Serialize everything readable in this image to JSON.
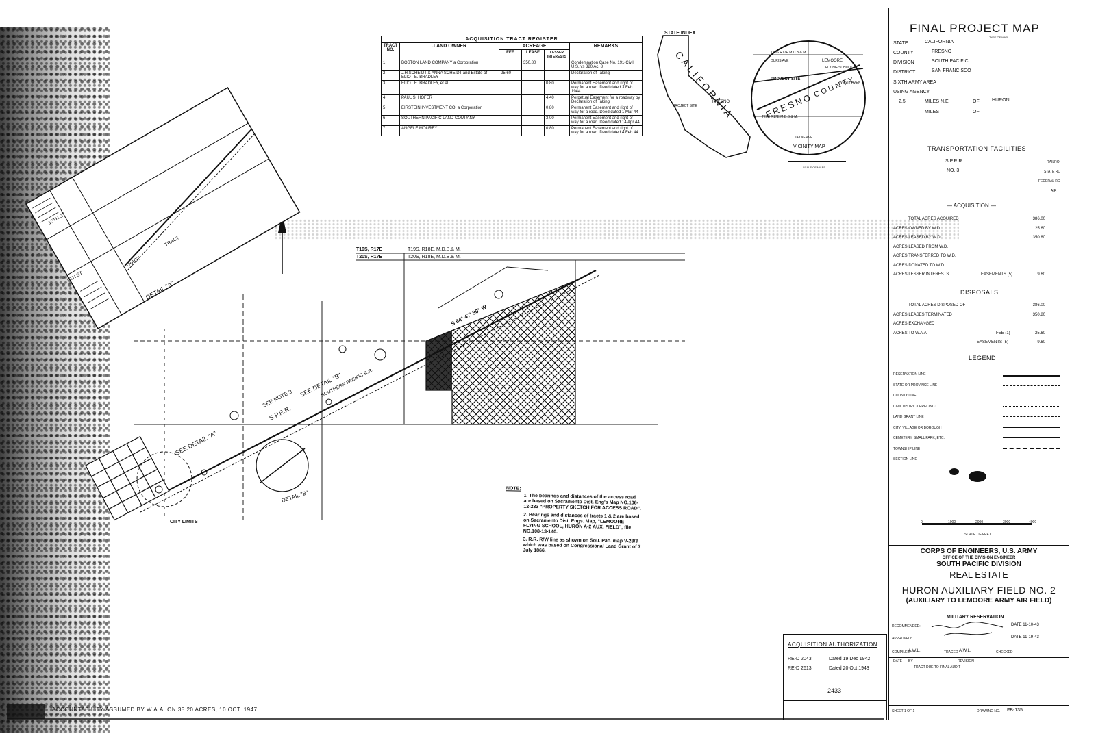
{
  "tract_register": {
    "title": "ACQUISITION TRACT REGISTER",
    "headers": {
      "tract_no": "TRACT NO.",
      "land_owner": ".LAND OWNER",
      "acreage": "ACREAGE",
      "fee": "FEE",
      "lease": "LEASE",
      "lesser_interests": "LESSER INTERESTS",
      "remarks": "REMARKS"
    },
    "rows": [
      {
        "no": "1",
        "owner": "BOSTON LAND COMPANY a Corporation",
        "fee": "",
        "lease": "350.80",
        "lesser": "",
        "remarks": "Condemnation Case No. 191-Civil U.S. vs 320 Ac. 8"
      },
      {
        "no": "2",
        "owner": "J.H.SCHEIDT & ANNA SCHEIDT and Estate of ELIOT E. BRADLEY",
        "fee": "25.60",
        "lease": "",
        "lesser": "",
        "remarks": "Declaration of Taking"
      },
      {
        "no": "3",
        "owner": "ELIOT E. BRADLEY, et al",
        "fee": "",
        "lease": "",
        "lesser": "0.80",
        "remarks": "Permanent Easement and right of way for a road. Deed dated 3 Feb 1944"
      },
      {
        "no": "4",
        "owner": "PAUL S. HOFER",
        "fee": "",
        "lease": "",
        "lesser": "4.40",
        "remarks": "Perpetual Easement for a roadway by Declaration of Taking"
      },
      {
        "no": "5",
        "owner": "EIRSTEIN INVESTMENT CO. a Corporation",
        "fee": "",
        "lease": "",
        "lesser": "0.80",
        "remarks": "Permanent Easement and right of way for a road. Deed dated 1 Mar 44"
      },
      {
        "no": "6",
        "owner": "SOUTHERN PACIFIC LAND COMPANY",
        "fee": "",
        "lease": "",
        "lesser": "3.00",
        "remarks": "Permanent Easement and right of way for a road. Deed dated 14 Apr 44"
      },
      {
        "no": "7",
        "owner": "ANGELE MOUREY",
        "fee": "",
        "lease": "",
        "lesser": "0.80",
        "remarks": "Permanent Easement and right of way for a road. Deed dated 4 Feb 44"
      }
    ]
  },
  "state_index": {
    "label": "STATE INDEX",
    "state": "CALIFORNIA",
    "project_site": "PROJECT SITE",
    "fresno": "FRESNO"
  },
  "vicinity_map": {
    "label": "VICINITY MAP",
    "project_site": "PROJECT SITE",
    "fresno": "FRESNO",
    "county": "COUNTY",
    "lemoore": "LEMOORE",
    "flying_school": "FLYING SCHOOL",
    "westhaven": "WESTHAVEN",
    "jayne_ave": "JAYNE AVE",
    "duris_ave": "DURIS AVE",
    "t19s": "T19S R17E M.D.B.& M.",
    "t20s": "T20S R17E M.D.B.& M.",
    "scale": "SCALE OF MILES"
  },
  "title_block": {
    "title": "FINAL PROJECT MAP",
    "type_of_map": "TYPE OF MAP",
    "state_label": "STATE",
    "state": "CALIFORNIA",
    "county_label": "COUNTY",
    "county": "FRESNO",
    "division_label": "DIVISION",
    "division": "SOUTH PACIFIC",
    "district_label": "DISTRICT",
    "district": "SAN FRANCISCO",
    "army_area": "SIXTH ARMY AREA",
    "using_agency": "USING AGENCY",
    "distance": "2.5",
    "miles_ne": "MILES N.E.",
    "of": "OF",
    "huron": "HURON",
    "miles": "MILES",
    "of2": "OF",
    "transportation": "TRANSPORTATION FACILITIES",
    "sprr": "S.P.R.R.",
    "no3": "NO. 3",
    "railroad": "RAILRO",
    "state_rd": "STATE RO",
    "federal_rd": "FEDERAL RO",
    "air": "AIR"
  },
  "acquisition": {
    "heading": "ACQUISITION",
    "rows": [
      {
        "label": "TOTAL ACRES ACQUIRED",
        "value": "386.00"
      },
      {
        "label": "ACRES OWNED BY W.D.",
        "value": "25.60"
      },
      {
        "label": "ACRES LEASED BY W.D.",
        "value": "350.80"
      },
      {
        "label": "ACRES LEASED FROM W.D.",
        "value": ""
      },
      {
        "label": "ACRES TRANSFERRED TO W.D.",
        "value": ""
      },
      {
        "label": "ACRES DONATED TO W.D.",
        "value": ""
      },
      {
        "label": "ACRES LESSER INTERESTS",
        "extra": "EASEMENTS (5)",
        "value": "9.60"
      }
    ]
  },
  "disposals": {
    "heading": "DISPOSALS",
    "rows": [
      {
        "label": "TOTAL ACRES DISPOSED OF",
        "value": "386.00"
      },
      {
        "label": "ACRES LEASES TERMINATED",
        "value": "350.80"
      },
      {
        "label": "ACRES EXCHANGED",
        "value": ""
      },
      {
        "label": "ACRES TO W.A.A.",
        "extra": "FEE (1)",
        "value": "25.60"
      },
      {
        "label": "",
        "extra": "EASEMENTS (5)",
        "value": "9.60"
      }
    ]
  },
  "legend": {
    "heading": "LEGEND",
    "items": [
      "RESERVATION LINE",
      "STATE OR PROVINCE LINE",
      "COUNTY LINE",
      "CIVIL DISTRICT PRECINCT",
      "LAND GRANT LINE",
      "CITY, VILLAGE OR BOROUGH",
      "CEMETERY, SMALL PARK, ETC.",
      "TOWNSHIP LINE",
      "SECTION LINE"
    ]
  },
  "scale_bar": {
    "labels": [
      "0",
      "1000",
      "2000",
      "3000",
      "4000"
    ],
    "caption": "SCALE OF FEET"
  },
  "corps": {
    "line1": "CORPS OF ENGINEERS, U.S. ARMY",
    "line2": "OFFICE OF THE DIVISION ENGINEER",
    "line3": "SOUTH PACIFIC DIVISION",
    "line4": "REAL ESTATE",
    "project": "HURON AUXILIARY FIELD NO. 2",
    "subtitle": "(AUXILIARY TO LEMOORE ARMY AIR FIELD)",
    "reservation": "MILITARY RESERVATION",
    "recommended": "RECOMMENDED:",
    "approved": "APPROVED:",
    "date1": "DATE 11-10-43",
    "date2": "DATE 11-19-43",
    "compiled": "COMPILED",
    "compiled_by": "A.W.L.",
    "traced": "TRACED",
    "traced_by": "A.W.L.",
    "checked": "CHECKED",
    "date_label": "DATE",
    "by_label": "BY",
    "revision": "REVISION",
    "revision_note": "TRACT DUE TO FINAL AUDIT",
    "drawing_no_label": "DRAWING NO.",
    "drawing_no": "FB-135",
    "sheet": "SHEET 1 OF 1"
  },
  "authorization": {
    "title": "ACQUISITION AUTHORIZATION",
    "rows": [
      {
        "ref": "RE-D 2043",
        "date": "Dated 19 Dec 1942"
      },
      {
        "ref": "RE-D 2613",
        "date": "Dated 20 Oct 1943"
      }
    ],
    "number": "2433"
  },
  "notes": {
    "label": "NOTE:",
    "items": [
      "1. The bearings and distances of the access road are based on Sacramento Dist. Eng's Map NO.106-12-233 \"PROPERTY SKETCH FOR ACCESS ROAD\".",
      "2. Bearings and distances of tracts 1 & 2 are based on Sacramento Dist. Engs. Map, \"LEMOORE FLYING SCHOOL, HURON A-2 AUX. FIELD\", file NO.108-13-140.",
      "3. R.R. R/W line as shown on Sou. Pac. map V-28/3 which was based on Congressional Land Grant of 7 July 1866."
    ]
  },
  "map_labels": {
    "t19s": "T19S, R17E",
    "t20s": "T20S, R17E",
    "t19s_m": "T19S, R18E, M.D.B.& M.",
    "t20s_m": "T20S, R18E, M.D.B.& M.",
    "see_detail_a": "SEE DETAIL \"A\"",
    "see_detail_b": "SEE DETAIL \"B\"",
    "see_note_3": "SEE NOTE 3",
    "spre": "S.P.R.R.",
    "southern_pacific": "SOUTHERN PACIFIC R.R.",
    "city_limits": "CITY LIMITS",
    "detail_a": "DETAIL \"A\"",
    "detail_b": "DETAIL \"B\"",
    "tract": "TRACT",
    "tract2": "TRACT",
    "tenth_st": "10TH ST",
    "ninth_st": "9TH ST",
    "bearing": "S 64° 47' 30\" W",
    "accountability": "ACCOUNTABILITY ASSUMED BY W.A.A. ON 35.20 ACRES, 10 OCT. 1947."
  }
}
